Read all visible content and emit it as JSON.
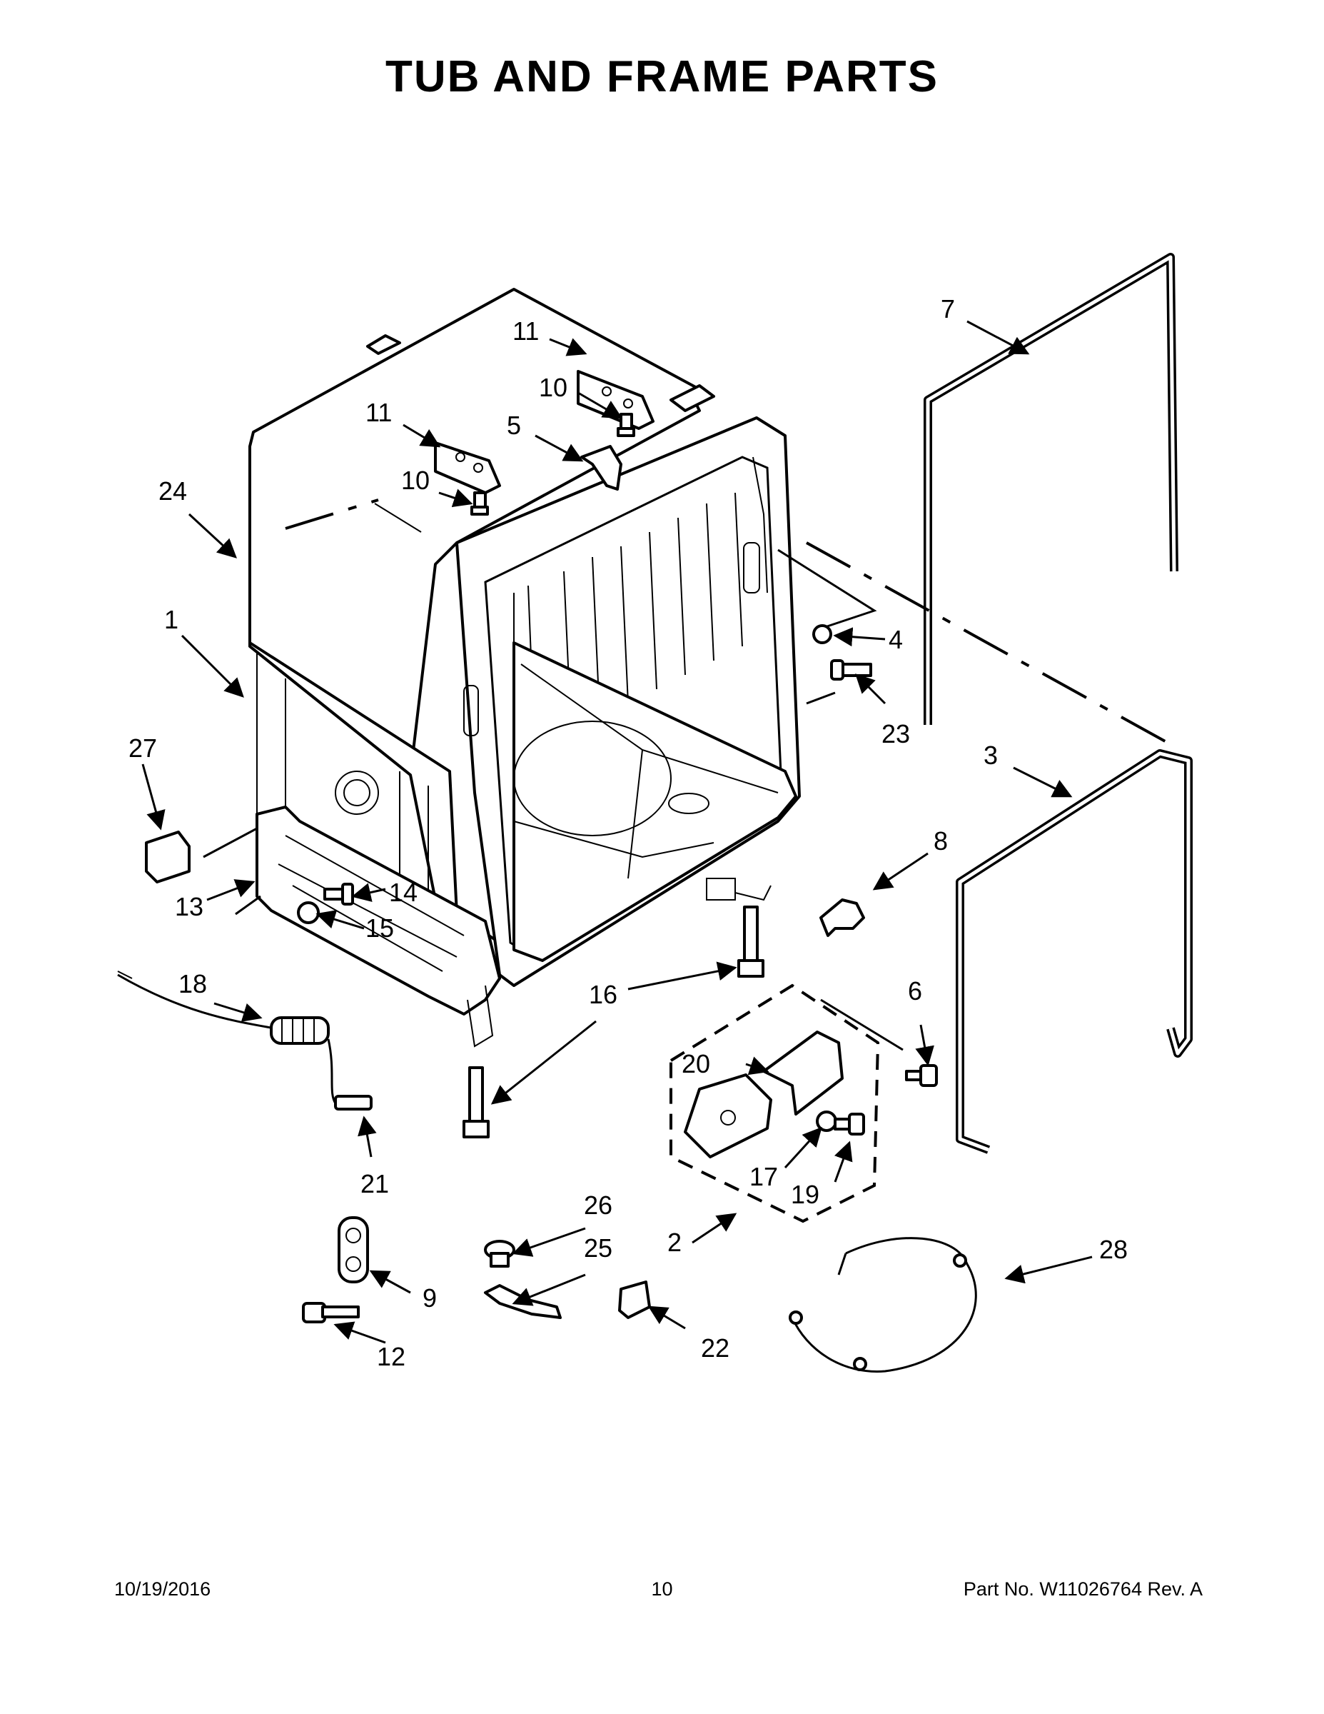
{
  "title": "TUB AND FRAME PARTS",
  "footer": {
    "date": "10/19/2016",
    "page": "10",
    "part": "Part No.  W11026764  Rev.  A"
  },
  "callouts": {
    "c1": "1",
    "c2": "2",
    "c3": "3",
    "c4": "4",
    "c5": "5",
    "c6": "6",
    "c7": "7",
    "c8": "8",
    "c9": "9",
    "c10": "10",
    "c11": "11",
    "c12": "12",
    "c13": "13",
    "c14": "14",
    "c15": "15",
    "c16": "16",
    "c17": "17",
    "c18": "18",
    "c19": "19",
    "c20": "20",
    "c21": "21",
    "c22": "22",
    "c23": "23",
    "c24": "24",
    "c25": "25",
    "c26": "26",
    "c27": "27",
    "c28": "28"
  }
}
